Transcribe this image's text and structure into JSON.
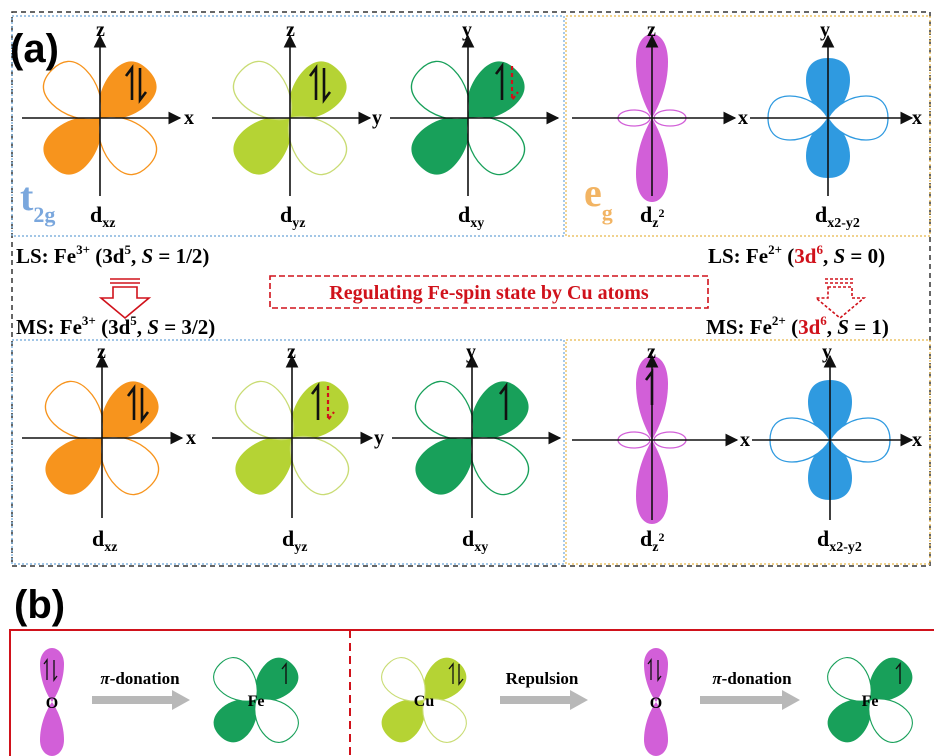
{
  "panel_a": {
    "label": "(a)",
    "t2g": {
      "main": "t",
      "sub": "2g"
    },
    "eg": {
      "main": "e",
      "sub": "g"
    },
    "axes": {
      "x": "x",
      "y": "y",
      "z": "z"
    },
    "orbitals": {
      "dxz": {
        "main": "d",
        "sub": "xz"
      },
      "dyz": {
        "main": "d",
        "sub": "yz"
      },
      "dxy": {
        "main": "d",
        "sub": "xy"
      },
      "dz2": {
        "main": "d",
        "sub": "z",
        "sup": "2"
      },
      "dx2y2": {
        "main": "d",
        "sub": "x2-y2"
      }
    },
    "ls_fe3": {
      "prefix": "LS: Fe",
      "charge": "3+",
      "open": " (3d",
      "count": "5",
      "mid": ", ",
      "s": "S",
      "val": " = 1/2)"
    },
    "ms_fe3": {
      "prefix": "MS: Fe",
      "charge": "3+",
      "open": " (3d",
      "count": "5",
      "mid": ", ",
      "s": "S",
      "val": " = 3/2)"
    },
    "ls_fe2": {
      "prefix": "LS: Fe",
      "charge": "2+",
      "open": " (",
      "red": "3d",
      "count": "6",
      "mid": ", ",
      "s": "S",
      "val": " = 0)"
    },
    "ms_fe2": {
      "prefix": "MS: Fe",
      "charge": "2+",
      "open": " (",
      "red": "3d",
      "count": "6",
      "mid": ", ",
      "s": "S",
      "val": " = 1)"
    },
    "banner": "Regulating Fe-spin state by Cu atoms"
  },
  "panel_b": {
    "label": "(b)",
    "left": {
      "o_label": "O",
      "arrow_label": "π-donation",
      "fe_label": "Fe"
    },
    "right": {
      "cu_label": "Cu",
      "repulsion_label": "Repulsion",
      "o_label": "O",
      "arrow_label": "π-donation",
      "fe_label": "Fe"
    }
  },
  "colors": {
    "orange": "#f7941d",
    "yellow_green": "#b5d334",
    "green": "#18a05a",
    "magenta": "#d25fd8",
    "blue": "#2f9ae0",
    "red": "#d0121b",
    "t2g_blue": "#7aa7dd",
    "eg_orange": "#f2b463",
    "gray_arrow": "#b8b8b8"
  }
}
